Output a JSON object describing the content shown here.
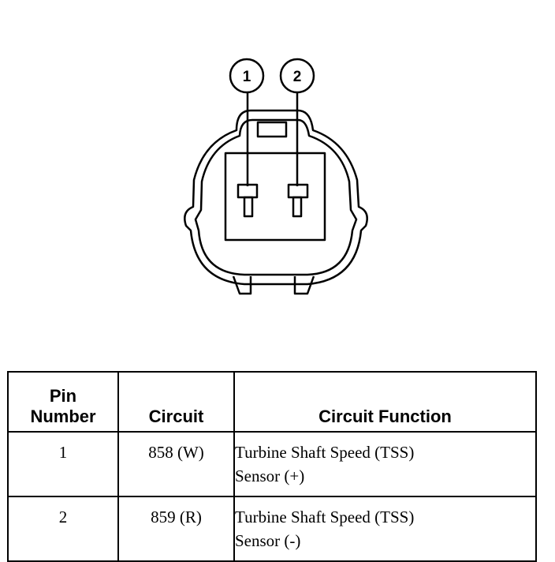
{
  "diagram": {
    "pin_callouts": [
      "1",
      "2"
    ]
  },
  "table": {
    "headers": {
      "pin_line1": "Pin",
      "pin_line2": "Number",
      "circuit": "Circuit",
      "function": "Circuit Function"
    },
    "rows": [
      {
        "pin": "1",
        "circuit": "858 (W)",
        "function_line1": "Turbine Shaft Speed (TSS)",
        "function_line2": "Sensor (+)"
      },
      {
        "pin": "2",
        "circuit": "859 (R)",
        "function_line1": "Turbine Shaft Speed (TSS)",
        "function_line2": "Sensor (-)"
      }
    ]
  }
}
